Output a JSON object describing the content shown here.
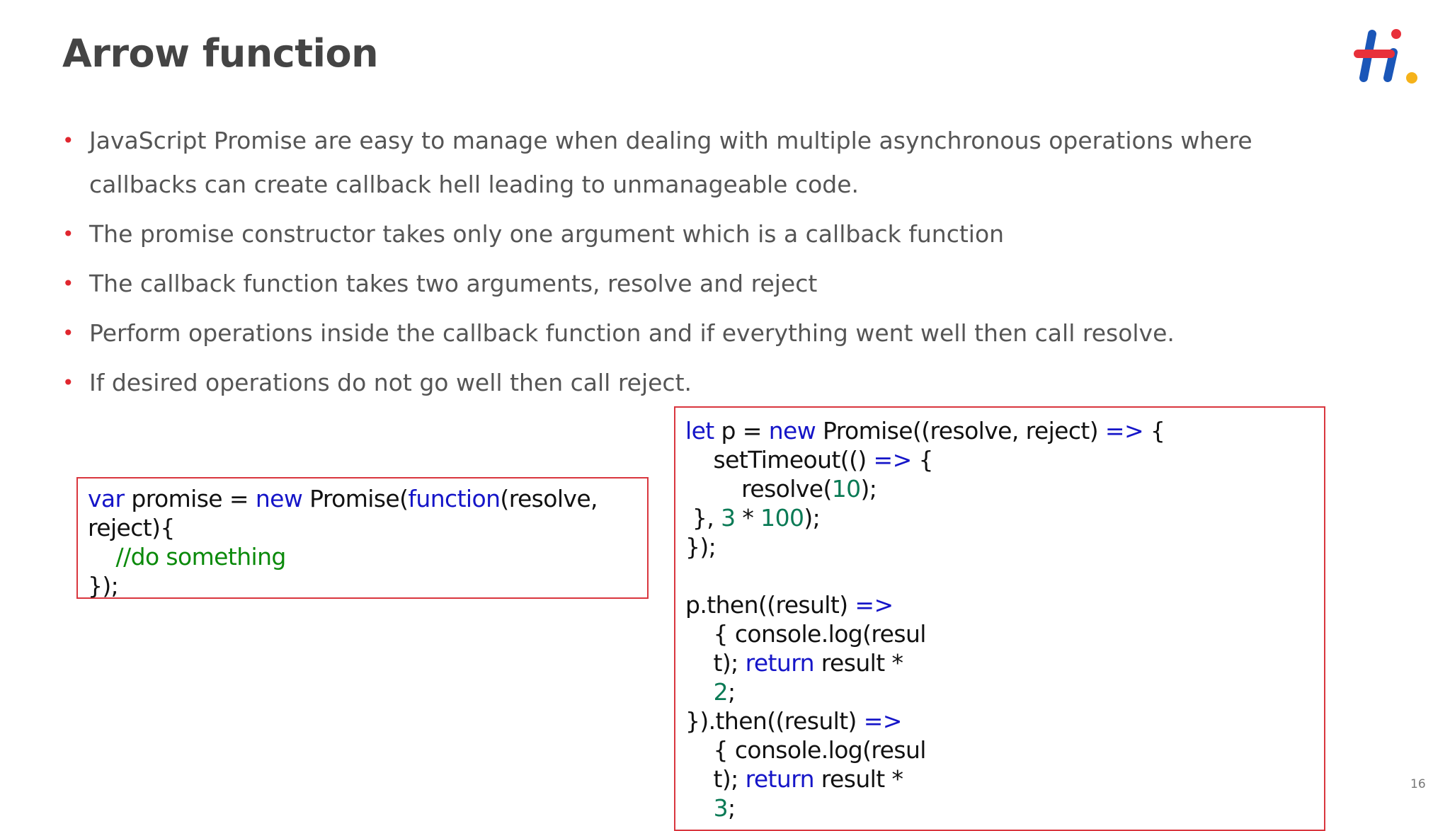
{
  "title": "Arrow function",
  "bullets": [
    "JavaScript Promise are easy to manage when dealing with multiple asynchronous operations where callbacks can create callback hell leading to unmanageable code.",
    "The promise constructor takes only one argument which is a callback function",
    "The callback function takes two arguments, resolve and reject",
    "Perform operations inside the callback function and if everything went well then call resolve.",
    "If desired operations do not go well then call reject."
  ],
  "code1": [
    [
      [
        "kw",
        "var"
      ],
      [
        "t",
        " promise = "
      ],
      [
        "kw",
        "new"
      ],
      [
        "t",
        " Promise("
      ],
      [
        "kw",
        "function"
      ],
      [
        "t",
        "(resolve,"
      ]
    ],
    [
      [
        "t",
        "reject){"
      ]
    ],
    [
      [
        "cmt",
        "    //do something"
      ]
    ],
    [
      [
        "t",
        "});"
      ]
    ]
  ],
  "code2": [
    [
      [
        "kw",
        "let"
      ],
      [
        "t",
        " p = "
      ],
      [
        "kw",
        "new"
      ],
      [
        "t",
        " Promise((resolve, reject) "
      ],
      [
        "kw",
        "=>"
      ],
      [
        "t",
        " {"
      ]
    ],
    [
      [
        "t",
        "    setTimeout(() "
      ],
      [
        "kw",
        "=>"
      ],
      [
        "t",
        " {"
      ]
    ],
    [
      [
        "t",
        "        resolve("
      ],
      [
        "num",
        "10"
      ],
      [
        "t",
        ");"
      ]
    ],
    [
      [
        "t",
        " }, "
      ],
      [
        "num",
        "3"
      ],
      [
        "t",
        " * "
      ],
      [
        "num",
        "100"
      ],
      [
        "t",
        ");"
      ]
    ],
    [
      [
        "t",
        "});"
      ]
    ],
    [
      [
        "t",
        ""
      ]
    ],
    [
      [
        "t",
        "p.then((result) "
      ],
      [
        "kw",
        "=>"
      ]
    ],
    [
      [
        "t",
        "    { console.log(resul"
      ]
    ],
    [
      [
        "t",
        "    t); "
      ],
      [
        "kw",
        "return"
      ],
      [
        "t",
        " result *"
      ]
    ],
    [
      [
        "t",
        "    "
      ],
      [
        "num",
        "2"
      ],
      [
        "t",
        ";"
      ]
    ],
    [
      [
        "t",
        "}).then((result) "
      ],
      [
        "kw",
        "=>"
      ]
    ],
    [
      [
        "t",
        "    { console.log(resul"
      ]
    ],
    [
      [
        "t",
        "    t); "
      ],
      [
        "kw",
        "return"
      ],
      [
        "t",
        " result *"
      ]
    ],
    [
      [
        "t",
        "    "
      ],
      [
        "num",
        "3"
      ],
      [
        "t",
        ";"
      ]
    ]
  ],
  "page_number": "16",
  "colors": {
    "bullet": "#e0262e",
    "keyword": "#1515c8",
    "number": "#0a7a55",
    "comment": "#0b8a0b",
    "border": "#d9363e"
  },
  "logo": {
    "icon": "hi-brand-logo"
  }
}
